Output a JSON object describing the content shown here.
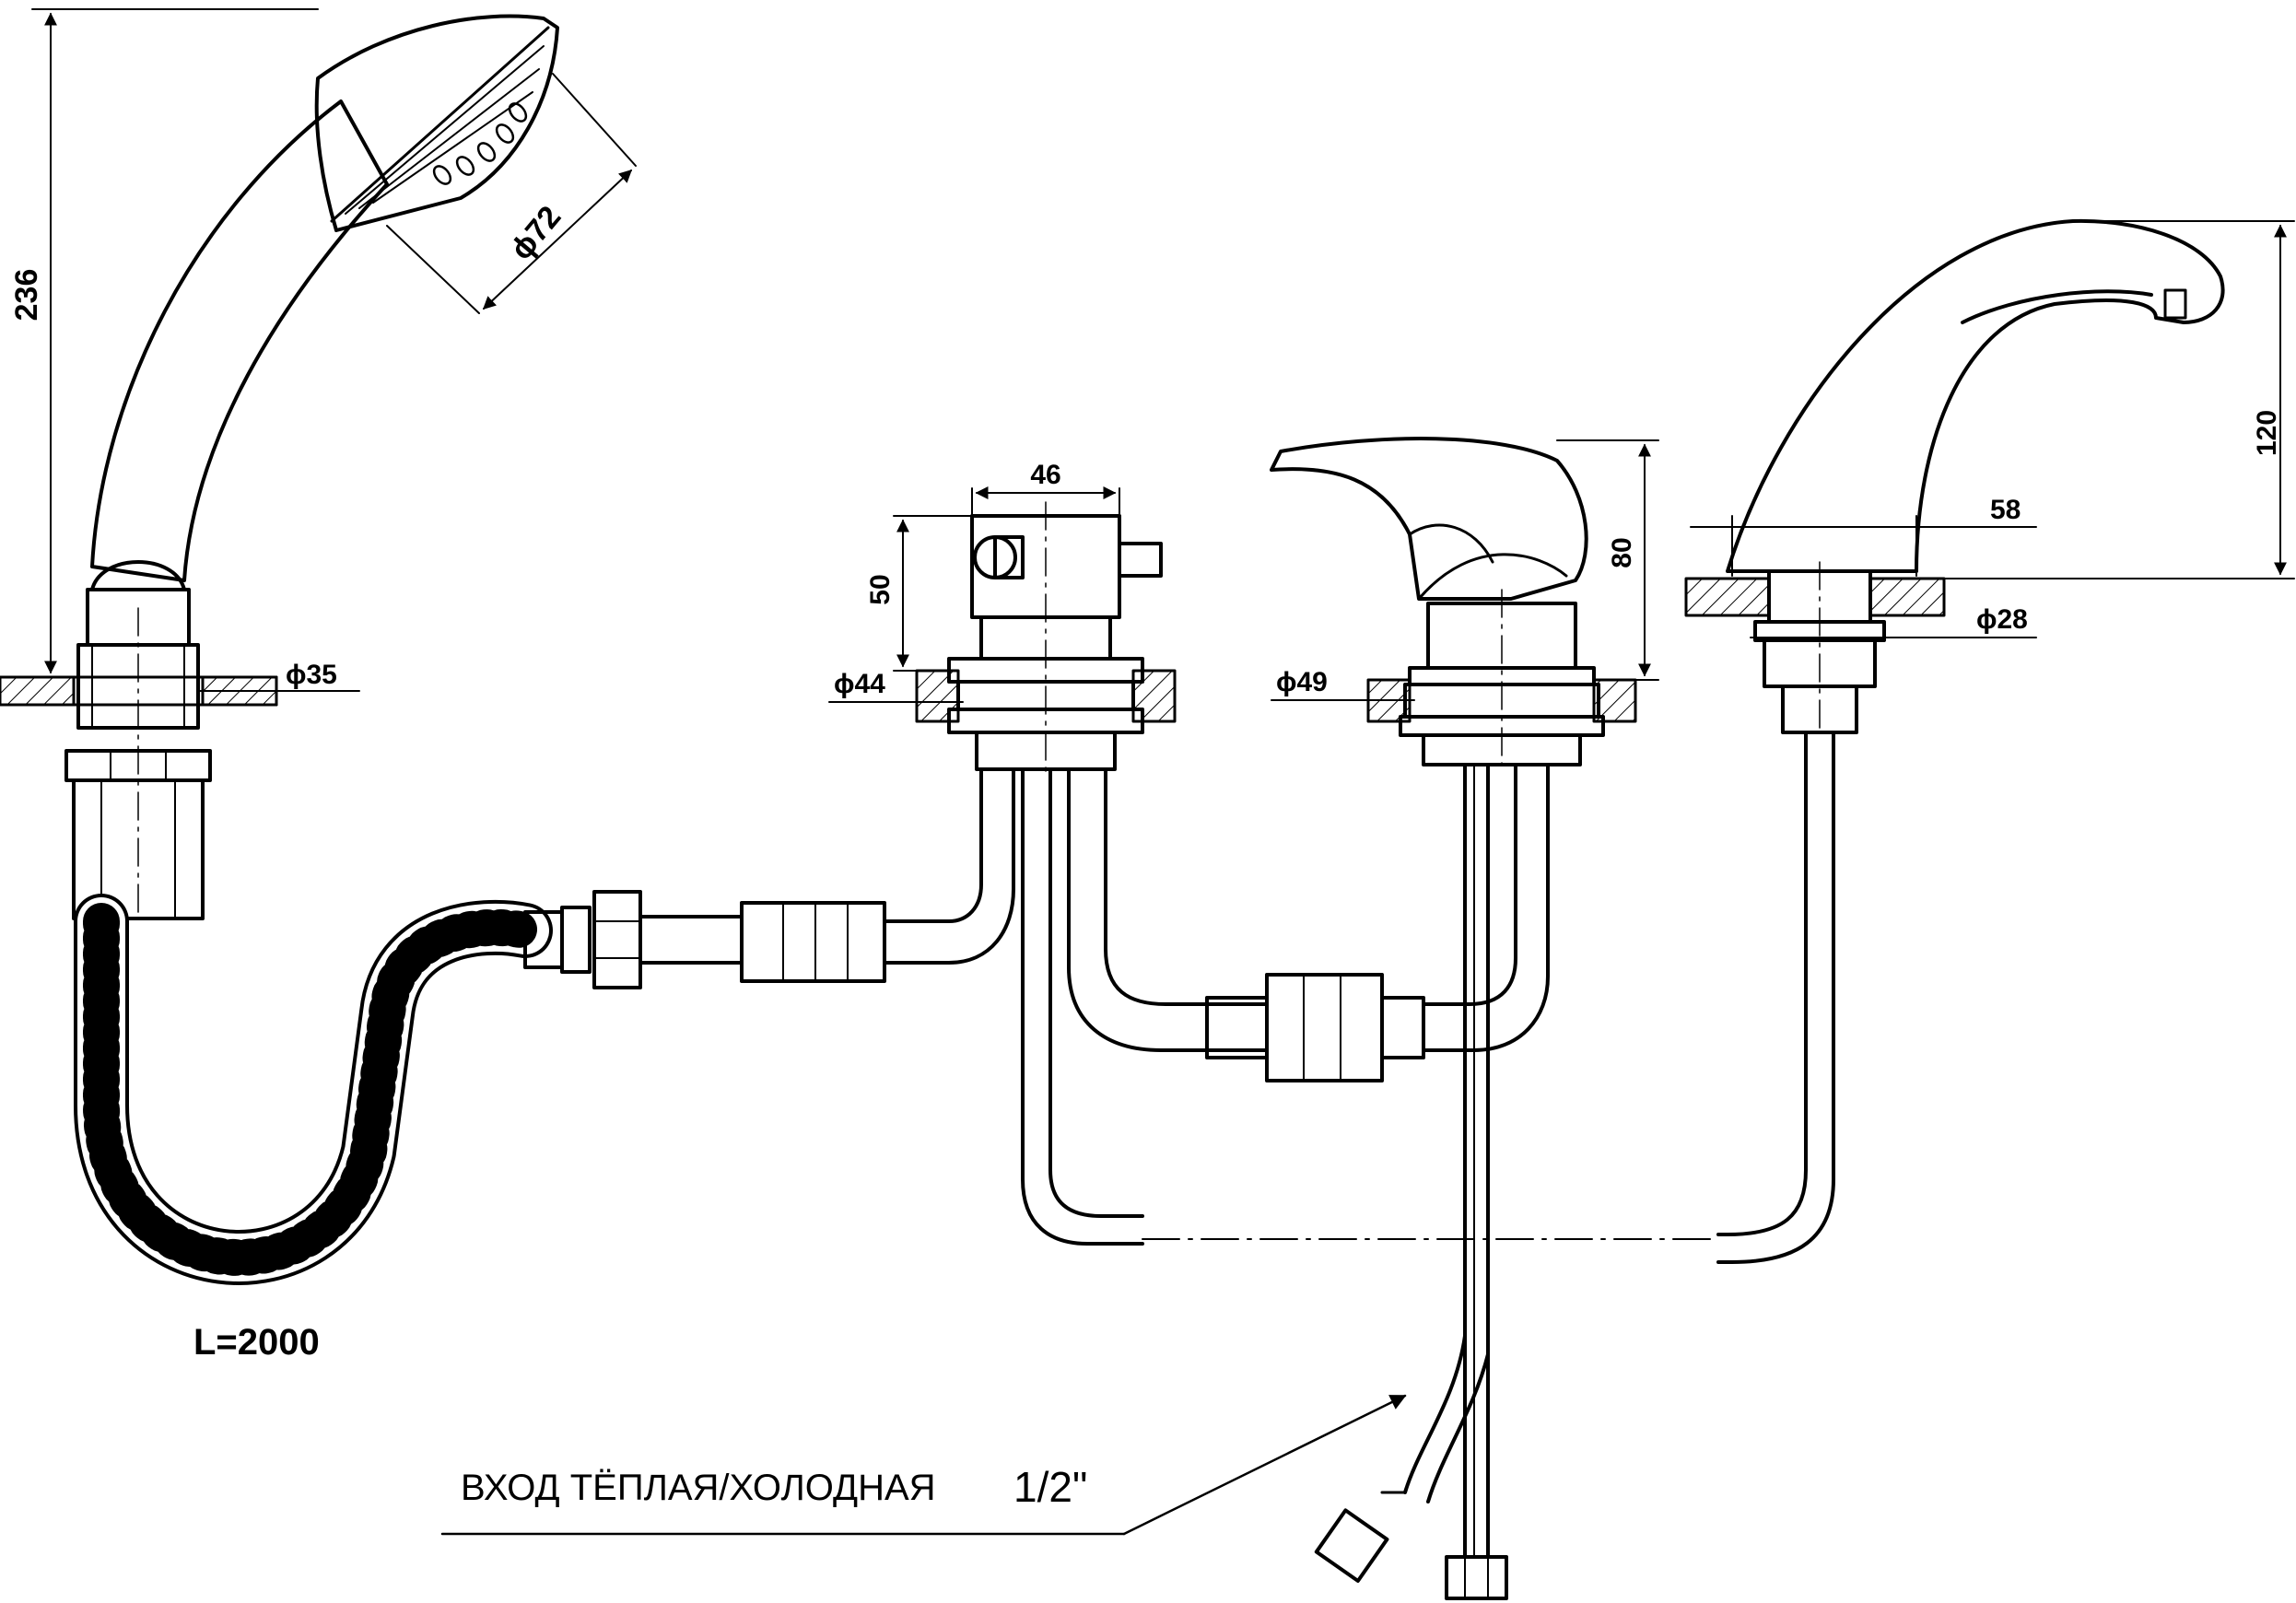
{
  "colors": {
    "ink": "#000000",
    "paper": "#ffffff"
  },
  "dimensions": {
    "handshower_height": "236",
    "head_diameter": "ϕ72",
    "hand_base_diameter": "ϕ35",
    "hose_length": "L=2000",
    "diverter_width": "46",
    "diverter_height": "50",
    "diverter_base_diameter": "ϕ44",
    "mixer_height": "80",
    "mixer_base_diameter": "ϕ49",
    "spout_height": "120",
    "spout_base_width": "58",
    "spout_base_diameter": "ϕ28"
  },
  "inlet_label": {
    "text": "ВХОД ТЁПЛАЯ/ХОЛОДНАЯ",
    "thread": "1/2\""
  }
}
